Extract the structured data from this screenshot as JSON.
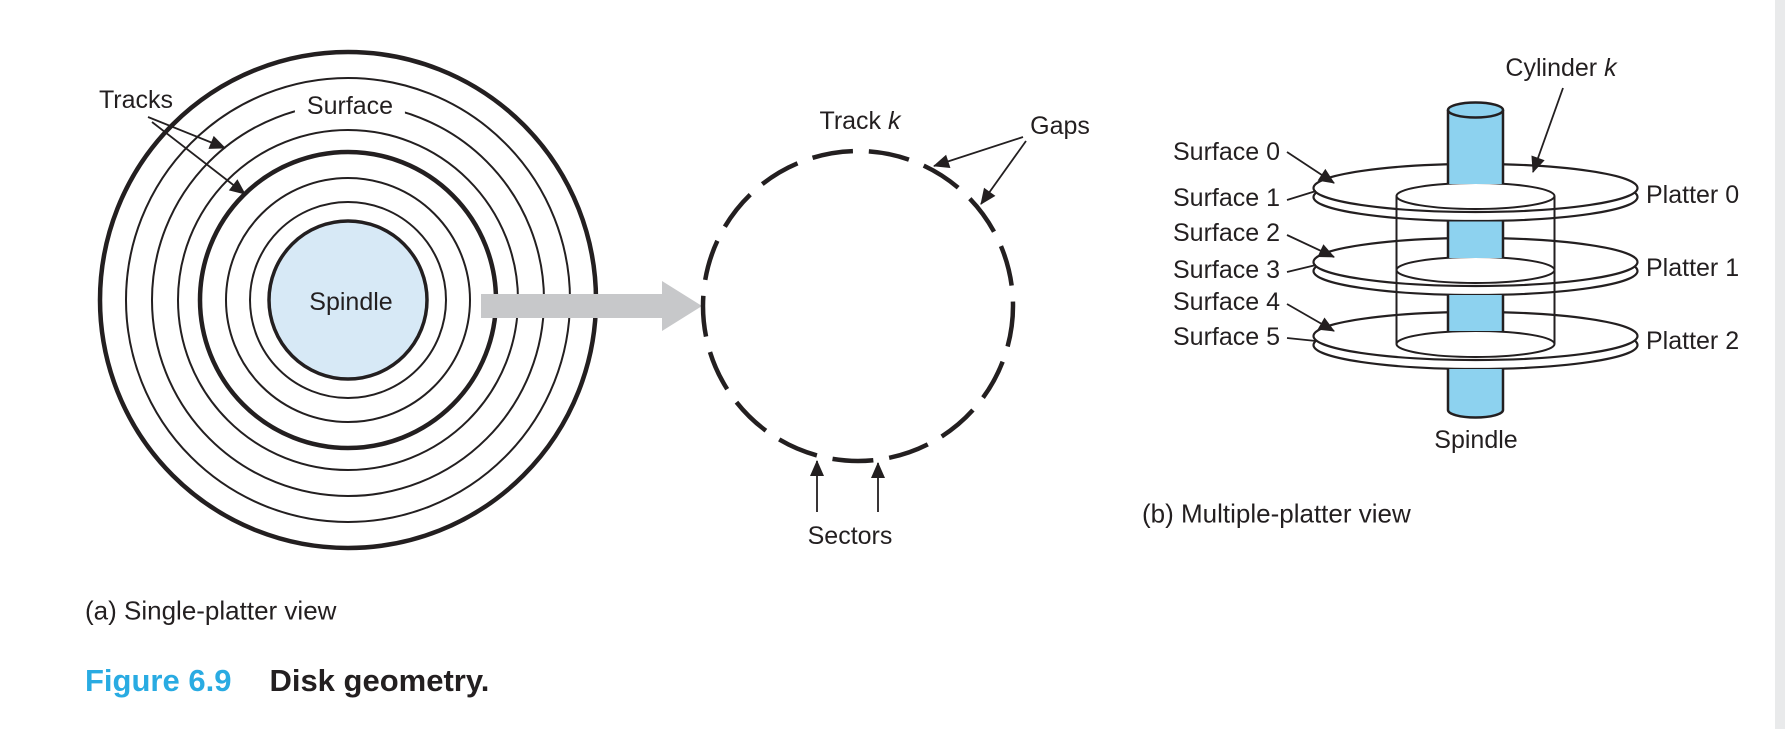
{
  "colors": {
    "line": "#231F20",
    "spindle_fill_left": "#D7E9F6",
    "spindle_fill_right": "#8DD2EF",
    "arrow_gray": "#C7C8CA",
    "figure_number_blue": "#29ABE2",
    "page_edge": "#E9EAEB"
  },
  "single_platter": {
    "tracks_label": "Tracks",
    "surface_label": "Surface",
    "spindle_label": "Spindle",
    "caption": "(a) Single-platter view"
  },
  "track_view": {
    "track_label_prefix": "Track ",
    "track_label_var": "k",
    "gaps_label": "Gaps",
    "sectors_label": "Sectors"
  },
  "multi_platter": {
    "cylinder_label_prefix": "Cylinder ",
    "cylinder_label_var": "k",
    "surfaces": [
      "Surface 0",
      "Surface 1",
      "Surface 2",
      "Surface 3",
      "Surface 4",
      "Surface 5"
    ],
    "platters": [
      "Platter 0",
      "Platter 1",
      "Platter 2"
    ],
    "spindle_label": "Spindle",
    "caption": "(b) Multiple-platter view"
  },
  "figure_caption": {
    "number": "Figure 6.9",
    "title": "Disk geometry."
  }
}
